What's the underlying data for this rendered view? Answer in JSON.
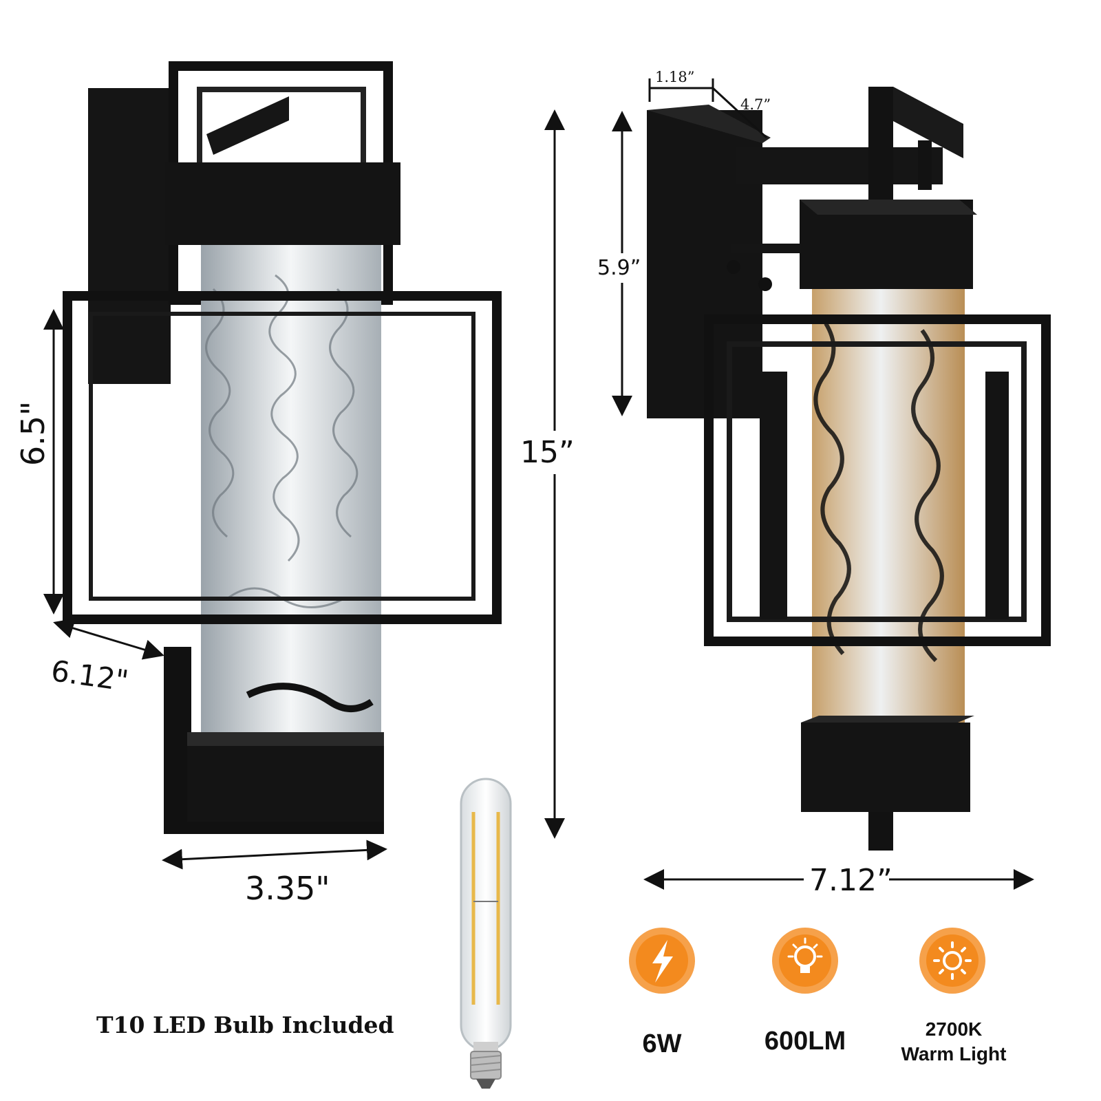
{
  "dimensions": {
    "height_left": "6.5\"",
    "depth_left": "6.12\"",
    "width_left": "3.35\"",
    "total_height": "15”",
    "backplate_width": "1.18”",
    "extension": "4.7”",
    "backplate_height": "5.9”",
    "overall_width": "7.12”"
  },
  "caption": "T10 LED Bulb Included",
  "features": [
    {
      "icon": "lightning-bolt-icon",
      "label": "6W"
    },
    {
      "icon": "light-bulb-icon",
      "label": "600LM"
    },
    {
      "icon": "sun-icon",
      "label_line1": "2700K",
      "label_line2": "Warm Light"
    }
  ],
  "colors": {
    "fixture": "#111111",
    "icon_ring": "#f6a14a",
    "icon_fill": "#f38a1e",
    "glass": "#dfe3e6"
  }
}
